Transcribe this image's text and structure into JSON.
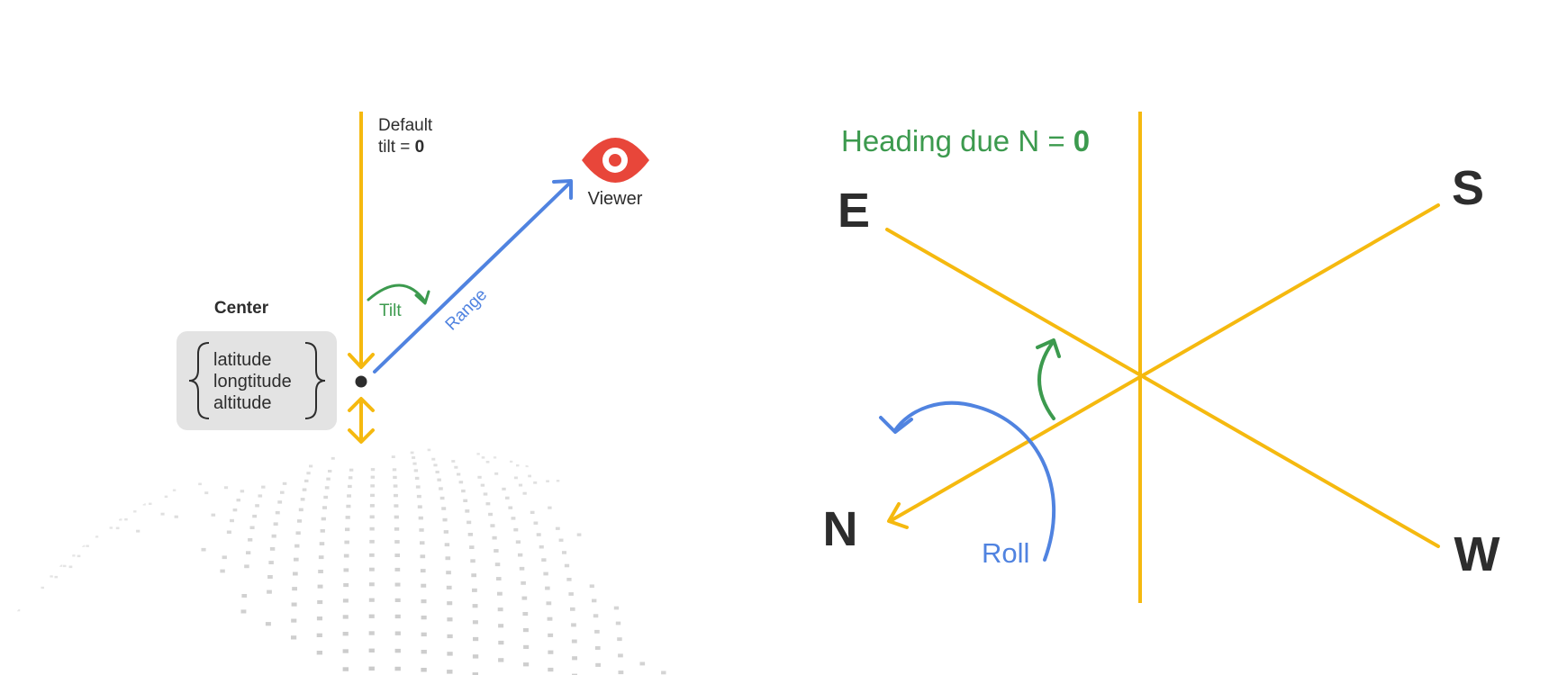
{
  "left_diagram": {
    "default_tilt_line1": "Default",
    "default_tilt_prefix": "tilt = ",
    "default_tilt_value": "0",
    "viewer_label": "Viewer",
    "range_label": "Range",
    "tilt_label": "Tilt",
    "center_label": "Center",
    "center_fields": [
      "latitude",
      "longtitude",
      "altitude"
    ]
  },
  "right_diagram": {
    "heading_prefix": "Heading due N = ",
    "heading_value": "0",
    "compass": {
      "e": "E",
      "s": "S",
      "n": "N",
      "w": "W"
    },
    "roll_label": "Roll"
  },
  "colors": {
    "axis_yellow": "#F5B90F",
    "range_blue": "#5083E0",
    "tilt_green": "#3C9A4E",
    "eye_red": "#E8463A",
    "text_dark": "#2D2D2D",
    "center_box_gray": "#E3E3E3",
    "globe_gray": "#BDBDBD"
  },
  "icons": {
    "viewer": "eye-icon",
    "globe": "globe-icon"
  }
}
